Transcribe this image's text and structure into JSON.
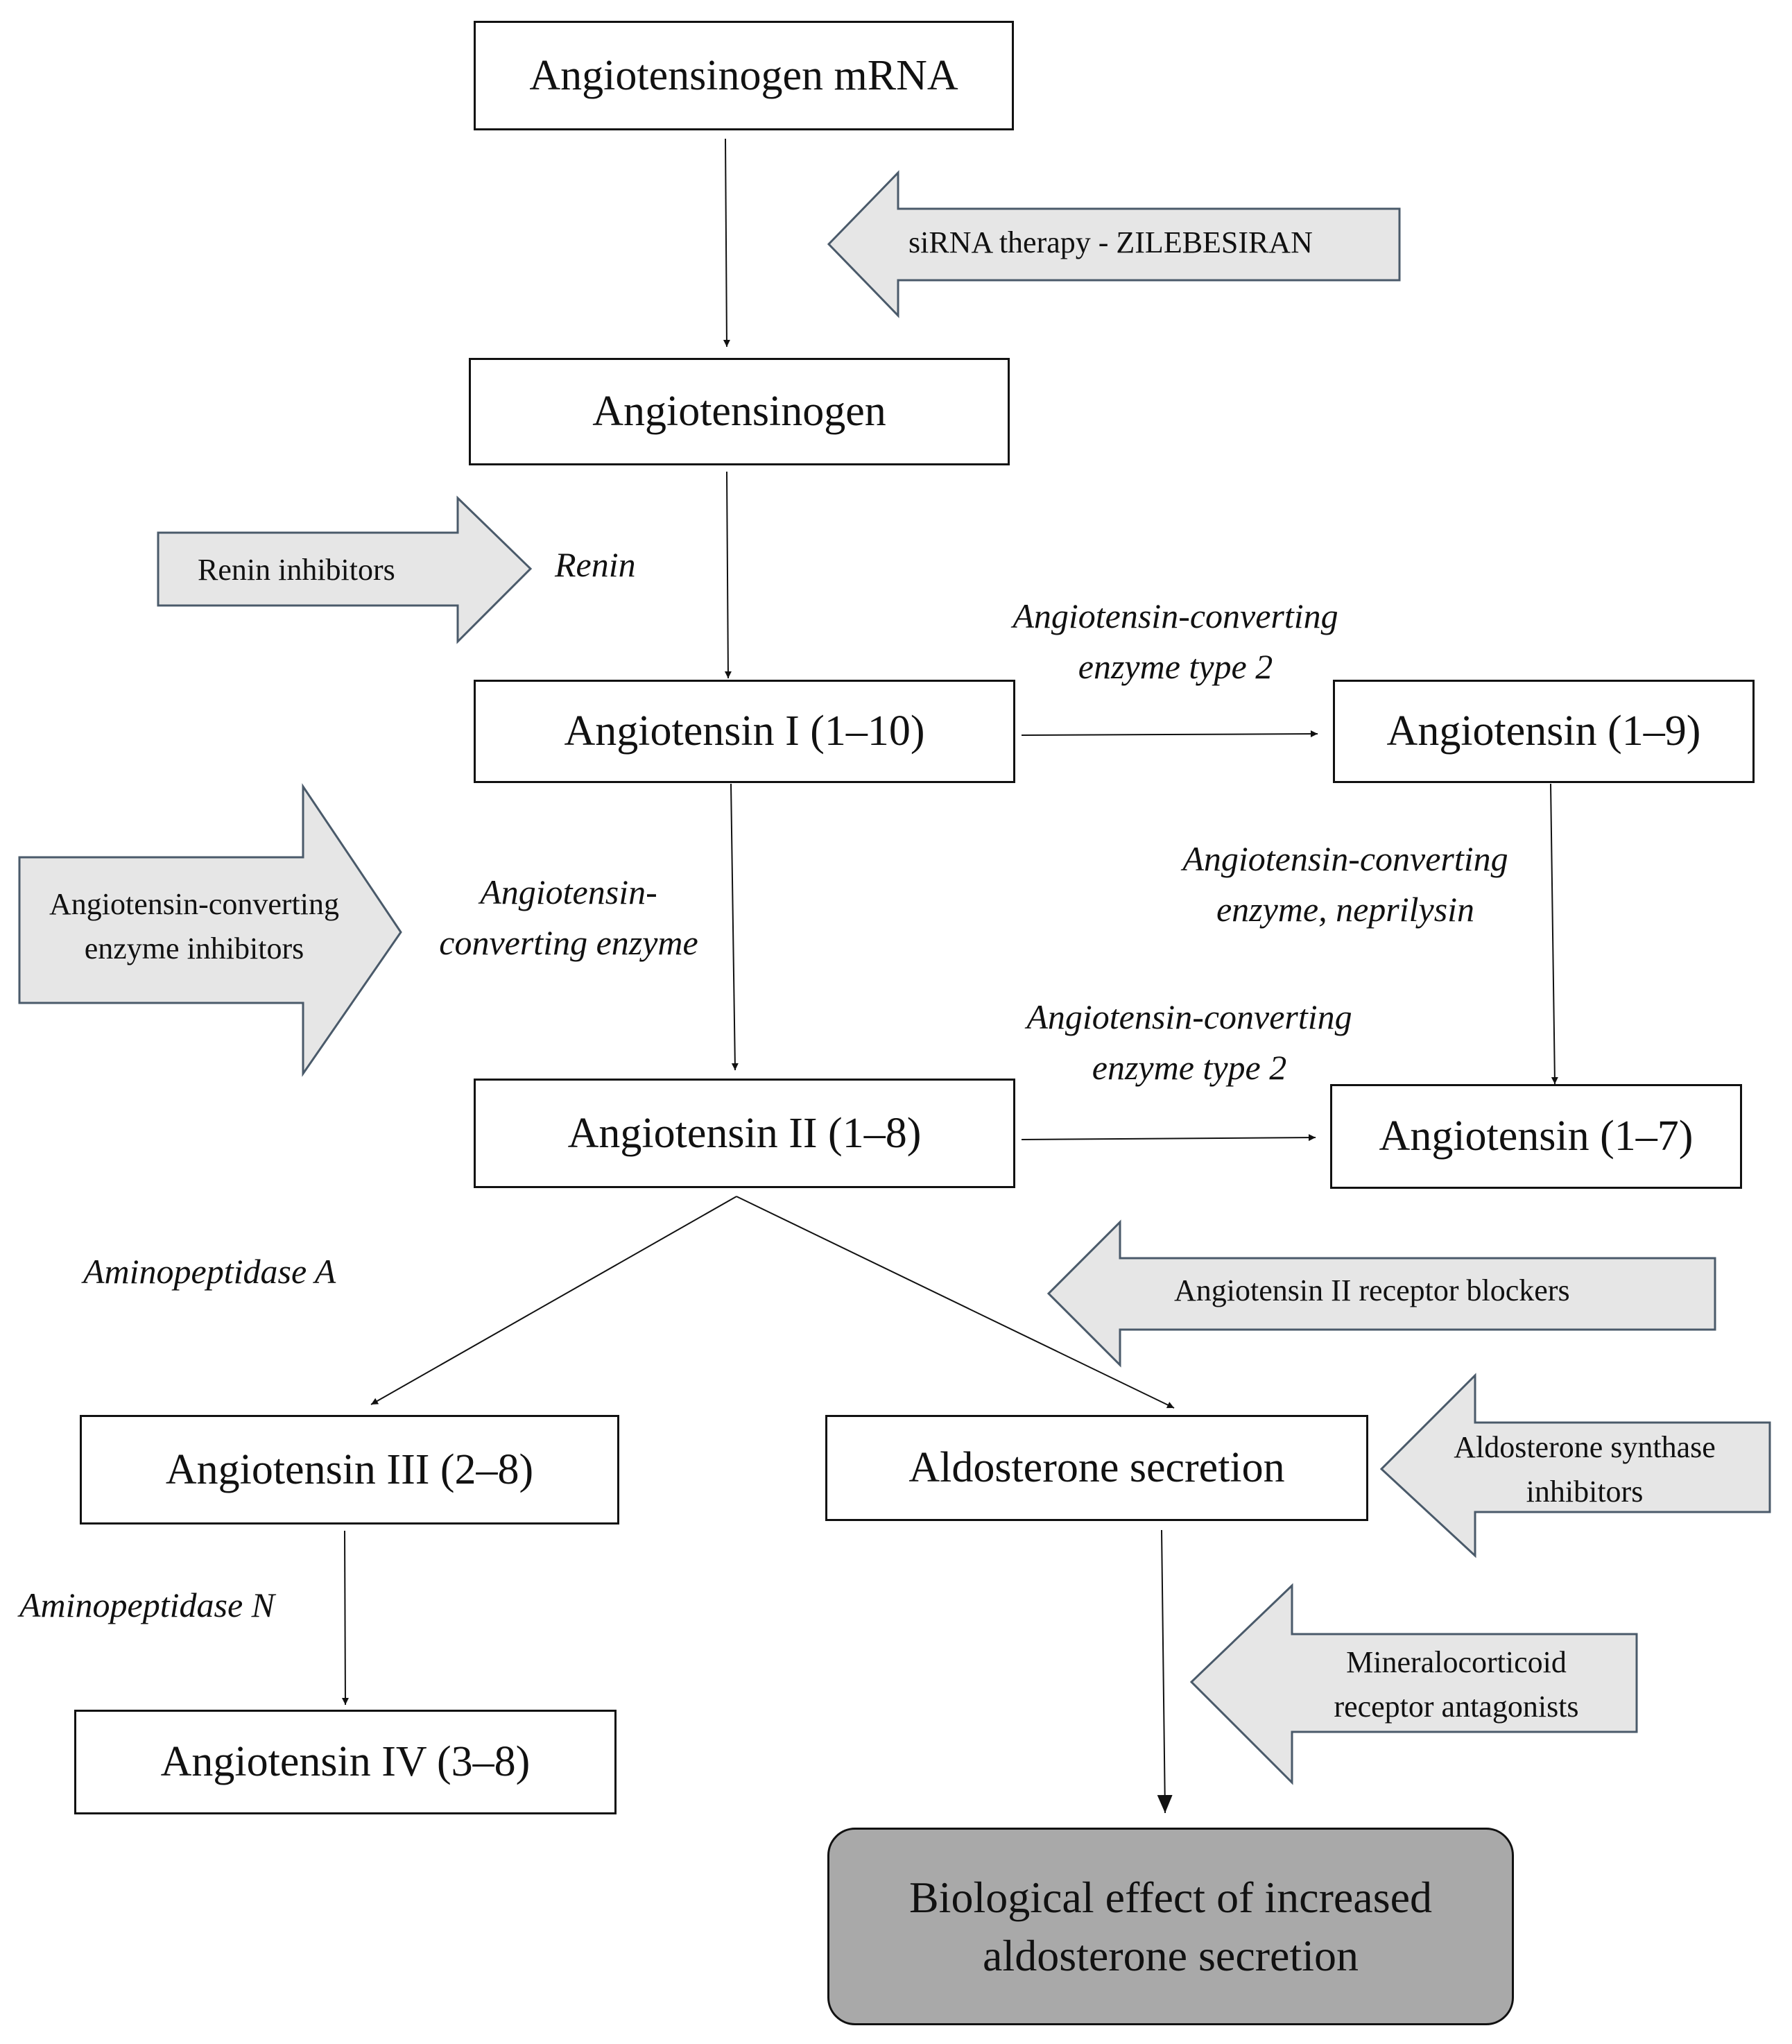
{
  "nodes": {
    "agt_mrna": "Angiotensinogen mRNA",
    "agt": "Angiotensinogen",
    "ang1": "Angiotensin I (1–10)",
    "ang19": "Angiotensin  (1–9)",
    "ang2": "Angiotensin II (1–8)",
    "ang17": "Angiotensin  (1–7)",
    "ang3": "Angiotensin III (2–8)",
    "aldo": "Aldosterone secretion",
    "ang4": "Angiotensin IV (3–8)",
    "effect_l1": "Biological effect of increased",
    "effect_l2": "aldosterone secretion"
  },
  "enzymes": {
    "renin": "Renin",
    "ace2_top_l1": "Angiotensin-converting",
    "ace2_top_l2": "enzyme type 2",
    "ace_nep_l1": "Angiotensin-converting",
    "ace_nep_l2": "enzyme, neprilysin",
    "ace_l1": "Angiotensin-",
    "ace_l2": "converting enzyme",
    "ace2_mid_l1": "Angiotensin-converting",
    "ace2_mid_l2": "enzyme type 2",
    "apa": "Aminopeptidase A",
    "apn": "Aminopeptidase N"
  },
  "drugs": {
    "sirna": "siRNA therapy - ZILEBESIRAN",
    "renin_inh": "Renin inhibitors",
    "acei_l1": "Angiotensin-converting",
    "acei_l2": "enzyme inhibitors",
    "arb": "Angiotensin II receptor blockers",
    "asi_l1": "Aldosterone synthase",
    "asi_l2": "inhibitors",
    "mra_l1": "Mineralocorticoid",
    "mra_l2": "receptor antagonists"
  },
  "colors": {
    "drug_arrow_fill": "#e6e6e6",
    "drug_arrow_stroke": "#4a5a6a",
    "terminal_fill": "#a9a9a9",
    "line": "#111111"
  }
}
